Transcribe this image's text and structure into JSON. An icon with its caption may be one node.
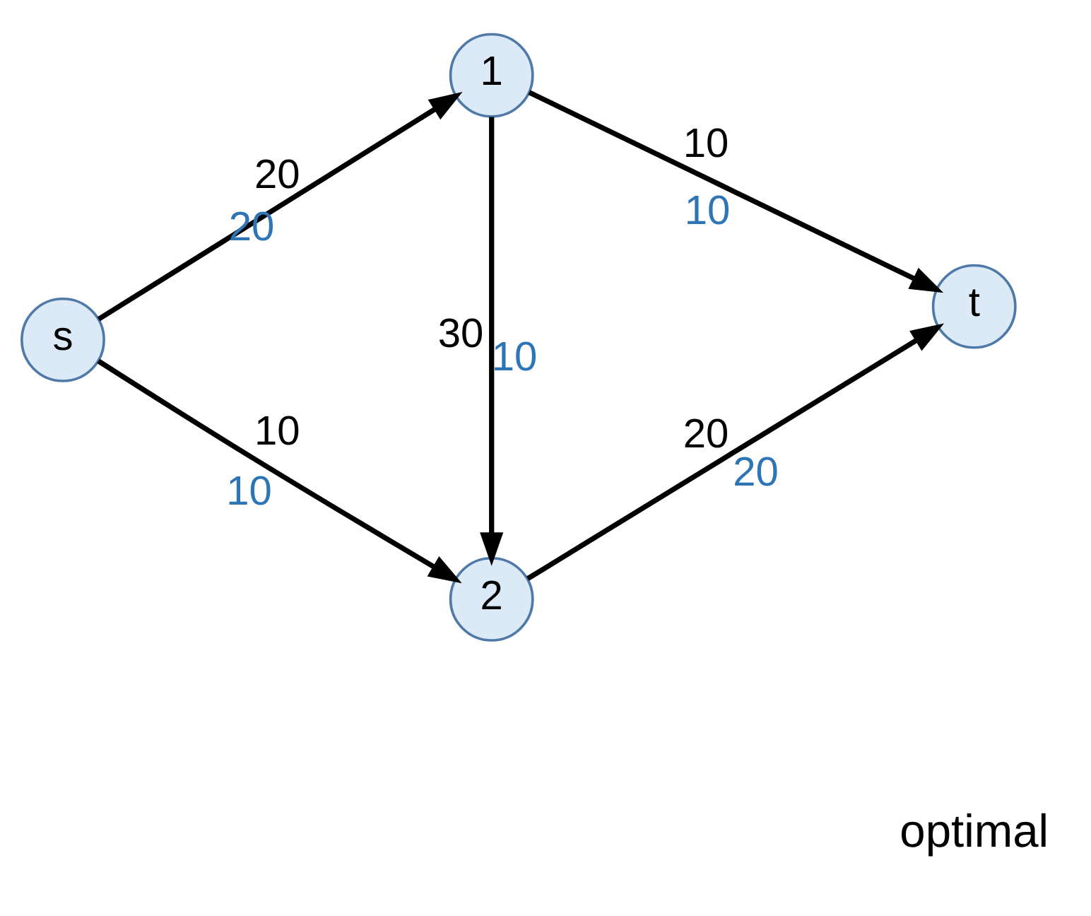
{
  "diagram": {
    "nodes": [
      {
        "text": [
          "s"
        ]
      },
      {
        "text": [
          "1"
        ]
      },
      {
        "text": [
          "2"
        ]
      },
      {
        "text": [
          "t"
        ]
      }
    ],
    "edges": [
      {
        "from": 0,
        "to": 1,
        "arrow": "to",
        "label": "20"
      },
      {
        "from": 1,
        "to": 3,
        "arrow": "to",
        "label": "10"
      },
      {
        "from": 1,
        "to": 2,
        "arrow": "to",
        "label": "30"
      },
      {
        "from": 0,
        "to": 2,
        "arrow": "to",
        "label": "10"
      },
      {
        "from": 2,
        "to": 3,
        "arrow": "to",
        "label": "20"
      }
    ],
    "labels": [
      "20",
      "10",
      "10",
      "10",
      "20",
      "optimal"
    ]
  }
}
